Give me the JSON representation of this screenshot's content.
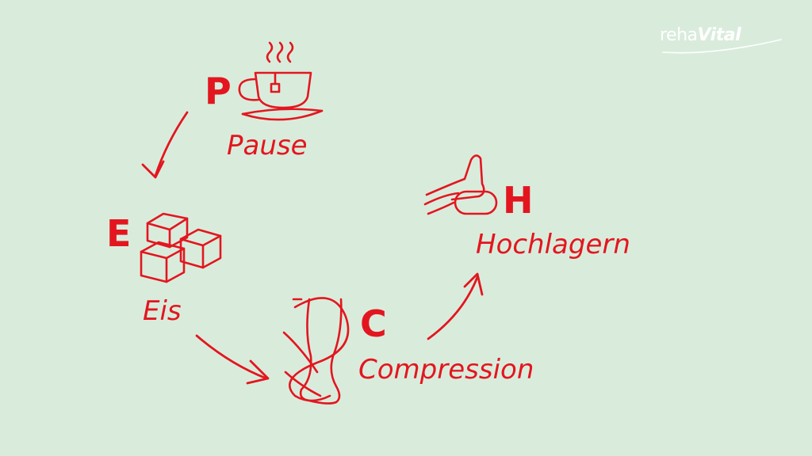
{
  "logo": {
    "part_a": "reha",
    "part_b": "Vital"
  },
  "steps": [
    {
      "letter": "P",
      "label": "Pause",
      "icon": "tea-cup-icon"
    },
    {
      "letter": "E",
      "label": "Eis",
      "icon": "ice-cubes-icon"
    },
    {
      "letter": "C",
      "label": "Compression",
      "icon": "compression-leg-icon"
    },
    {
      "letter": "H",
      "label": "Hochlagern",
      "icon": "elevated-foot-icon"
    }
  ],
  "colors": {
    "background": "#d9ecdc",
    "accent": "#e3161f",
    "logo": "#ffffff"
  }
}
